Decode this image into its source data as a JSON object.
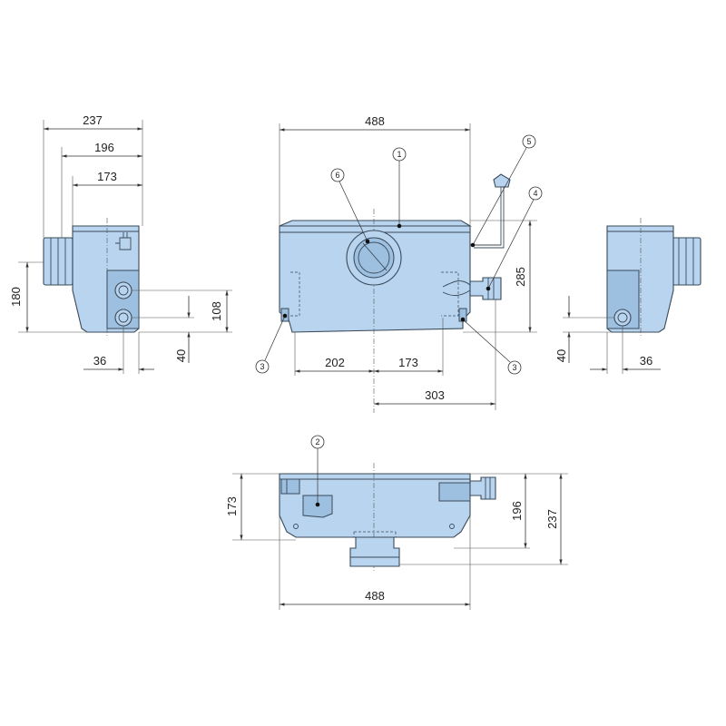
{
  "colors": {
    "body_fill": "#b9d4ee",
    "body_fill_dark": "#9dbfe0",
    "outline": "#3a4a5a",
    "dimension_line": "#333333"
  },
  "left_view": {
    "dims": {
      "width_overall": "237",
      "width_196": "196",
      "width_173": "173",
      "height_180": "180",
      "height_108": "108",
      "offset_40": "40",
      "offset_36": "36"
    }
  },
  "front_view": {
    "dims": {
      "width_overall": "488",
      "height_285": "285",
      "left_202": "202",
      "right_173": "173",
      "outlet_303": "303"
    },
    "callouts": {
      "c1": "1",
      "c3_left": "3",
      "c3_right": "3",
      "c4": "4",
      "c5": "5",
      "c6": "6"
    }
  },
  "right_view": {
    "dims": {
      "offset_40": "40",
      "offset_36": "36"
    }
  },
  "top_view": {
    "dims": {
      "depth_173": "173",
      "depth_196": "196",
      "depth_237": "237",
      "width_overall": "488"
    },
    "callouts": {
      "c2": "2"
    }
  }
}
